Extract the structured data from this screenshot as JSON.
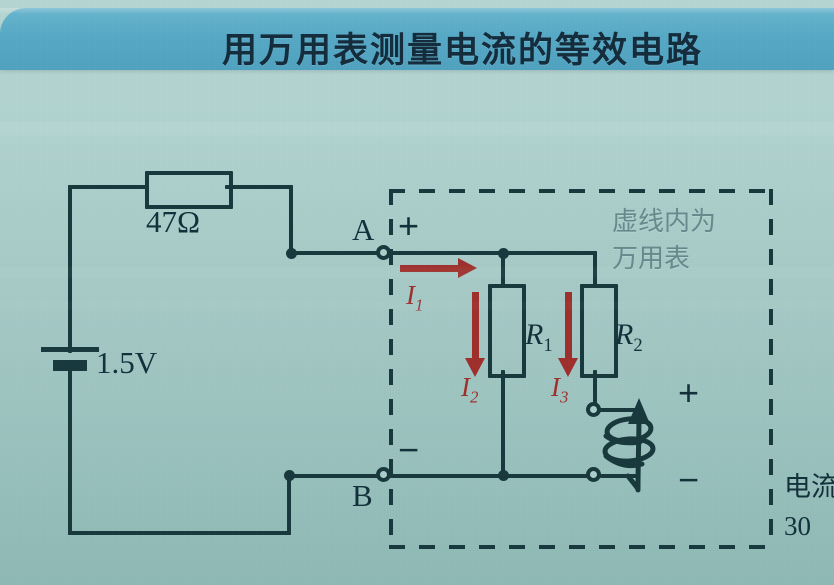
{
  "header": {
    "title": "用万用表测量电流的等效电路",
    "bar_color": "#56a9c6",
    "text_color": "#132b3b"
  },
  "page_background": "#a9ccc9",
  "figure": {
    "type": "circuit-diagram",
    "description": "Equivalent circuit for measuring current with a multimeter",
    "ink_color": "#17383c",
    "current_color": "#9e2f2b",
    "source": {
      "name": "battery",
      "label": "1.5V"
    },
    "components": [
      {
        "name": "series-resistor",
        "label": "47Ω"
      },
      {
        "name": "shunt-resistor-1",
        "label": "R",
        "sub": "1"
      },
      {
        "name": "shunt-resistor-2",
        "label": "R",
        "sub": "2"
      },
      {
        "name": "galvanometer",
        "label": ""
      }
    ],
    "nodes": [
      {
        "name": "node-a",
        "label": "A",
        "polarity": "+"
      },
      {
        "name": "node-b",
        "label": "B",
        "polarity": "−"
      }
    ],
    "meter_terminals": {
      "plus": "+",
      "minus": "−"
    },
    "currents": [
      {
        "name": "I1",
        "label": "I",
        "sub": "1"
      },
      {
        "name": "I2",
        "label": "I",
        "sub": "2"
      },
      {
        "name": "I3",
        "label": "I",
        "sub": "3"
      }
    ],
    "annotations": {
      "dashed_box_note_line1": "虚线内为",
      "dashed_box_note_line2": "万用表",
      "corner_note_line1": "电流",
      "corner_note_line2": "30"
    }
  }
}
